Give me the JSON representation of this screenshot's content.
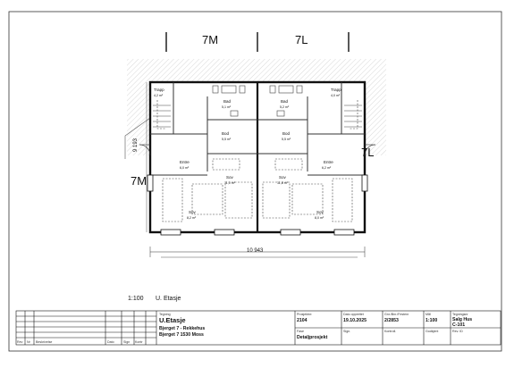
{
  "dimensions": {
    "top_left_module": "7M",
    "top_right_module": "7L",
    "left_module": "7M",
    "right_module": "7L",
    "vertical": "9 193",
    "horizontal": "10 943"
  },
  "rooms": [
    {
      "name": "Trapp",
      "area": "4,2 m²"
    },
    {
      "name": "Bad",
      "area": "5,1 m²"
    },
    {
      "name": "Bod",
      "area": "5,5 m²"
    },
    {
      "name": "Entre",
      "area": "6,0 m²"
    },
    {
      "name": "Sov",
      "area": "11,0 m²"
    },
    {
      "name": "Sov",
      "area": "8,2 m²"
    },
    {
      "name": "Trapp",
      "area": "4,0 m²"
    },
    {
      "name": "Bad",
      "area": "5,2 m²"
    },
    {
      "name": "Bod",
      "area": "5,5 m²"
    },
    {
      "name": "Entre",
      "area": "6,2 m²"
    },
    {
      "name": "Sov",
      "area": "11,8 m²"
    },
    {
      "name": "Sov",
      "area": "8,0 m²"
    }
  ],
  "drawing_caption": {
    "scale": "1:100",
    "level": "U. Etasje"
  },
  "title_block": {
    "revision_headers": {
      "rev": "Rev",
      "nr": "Nr",
      "beskrivelse": "Beskrivelse",
      "dato": "Dato",
      "sign": "Sign",
      "kontr": "Kontr"
    },
    "tegning_label": "Tegning",
    "tegning_title": "U.Etasje",
    "project_line1": "Bjerget 7 - Rekkehus",
    "project_line2": "Bjerget 7  1530 Moss",
    "prosjektnr_label": "Prosjektnr:",
    "prosjektnr": "2104",
    "dato_label": "Dato opprettet",
    "dato": "19.10.2025",
    "gnr_label": "Gnr./Bnr./Festenr",
    "gnr": "2/2853",
    "malestokk_label": "Mål",
    "malestokk": "1:100",
    "tegningsnr_label": "Tegningsnr",
    "tegningsnr_line1": "Salg Hus",
    "tegningsnr_line2": "C-101",
    "fase_label": "Fase",
    "fase": "Detaljprosjekt",
    "sign_label": "Sign.",
    "kontroll_label": "Kontroll.",
    "godkjent_label": "Godkjent",
    "rev_id_label": "Rev. ID"
  }
}
